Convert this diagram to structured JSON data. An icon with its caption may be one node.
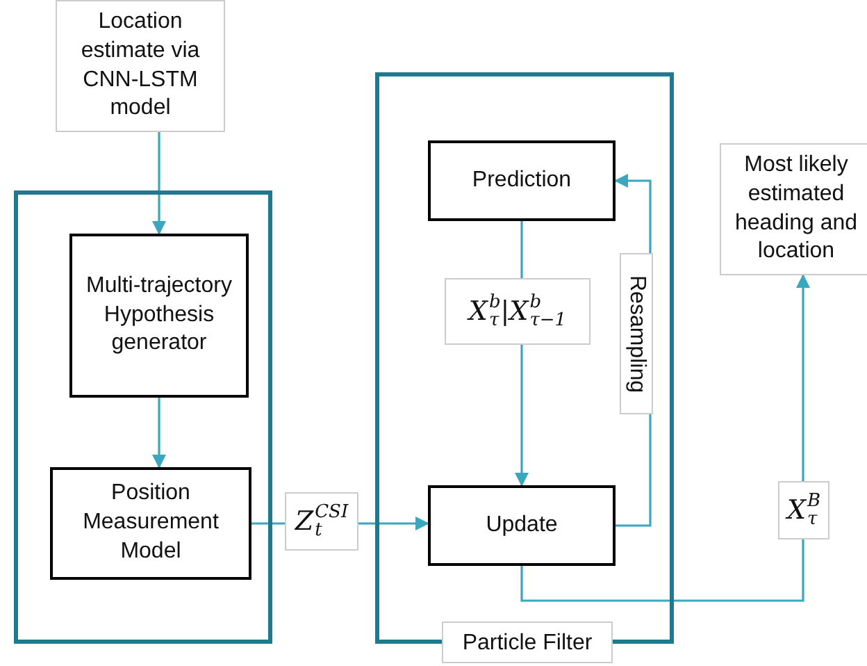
{
  "diagram": {
    "nodes": [
      {
        "text": [
          "Location estimate via CNN-LSTM model"
        ]
      },
      {
        "text": [],
        "shape": "box"
      },
      {
        "text": [
          "Multi-trajectory Hypothesis generator"
        ],
        "in": 1
      },
      {
        "text": [
          "Position Measurement Model"
        ],
        "in": 1
      },
      {
        "text": [
          "Particle Filter"
        ]
      },
      {
        "text": [
          "Prediction"
        ],
        "in": 4
      },
      {
        "text": [
          "Update"
        ],
        "in": 4
      },
      {
        "text": [
          "Most likely estimated heading and location"
        ]
      }
    ],
    "edges": [
      {
        "from": 0,
        "to": 2,
        "arrow": "to"
      },
      {
        "from": 2,
        "to": 3,
        "arrow": "to"
      },
      {
        "from": 3,
        "to": 6,
        "arrow": "to",
        "label": "Z$^{CSI}$$_{t}$"
      },
      {
        "from": 5,
        "to": 6,
        "arrow": "to",
        "label": "X$^{b}$$_{τ}$|X$^{b}$$_{τ−1}$"
      },
      {
        "from": 6,
        "to": 5,
        "arrow": "to",
        "label": "Resampling"
      },
      {
        "from": 6,
        "to": 7,
        "arrow": "to",
        "label": "X$^{B}$$_{τ}$"
      }
    ]
  }
}
